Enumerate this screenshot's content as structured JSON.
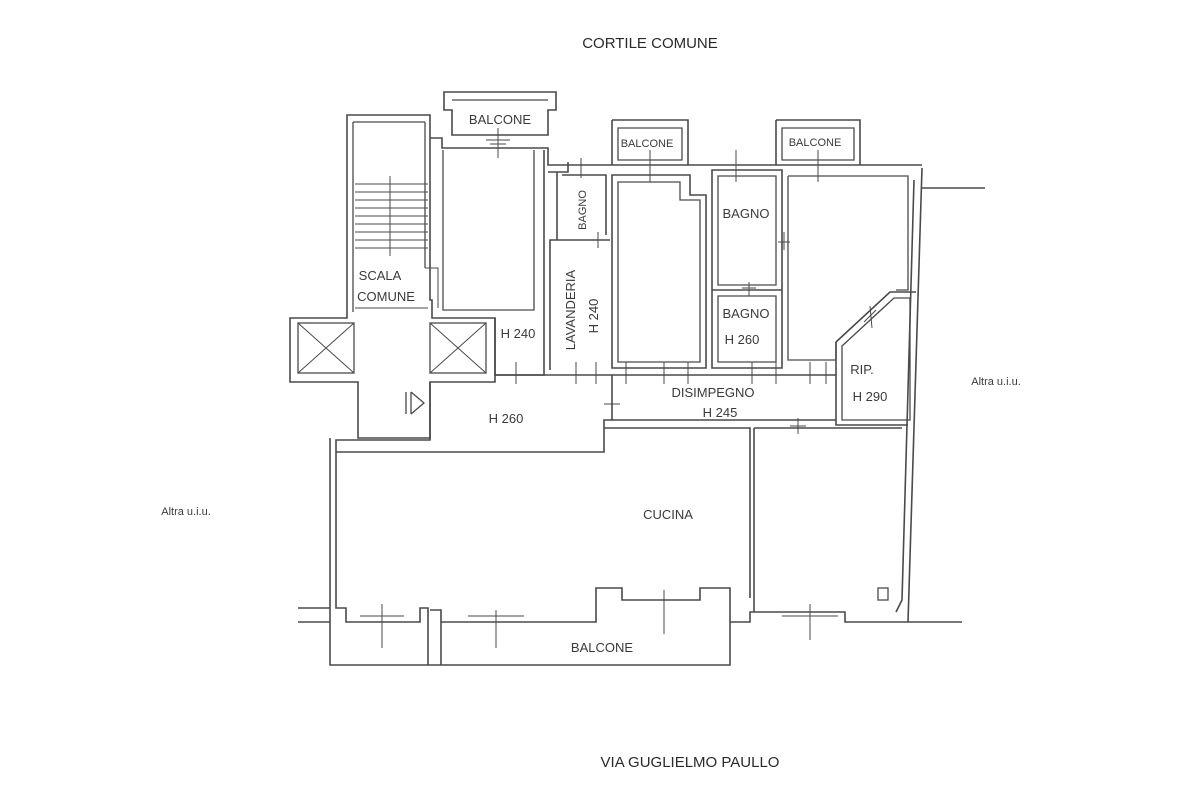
{
  "plan": {
    "top_label": "CORTILE COMUNE",
    "bottom_label": "VIA GUGLIELMO PAULLO",
    "left_label": "Altra u.i.u.",
    "right_label": "Altra u.i.u.",
    "rooms": {
      "balcone_top_1": "BALCONE",
      "balcone_top_2": "BALCONE",
      "balcone_top_3": "BALCONE",
      "balcone_bottom": "BALCONE",
      "bagno_1": "BAGNO",
      "bagno_2": "BAGNO",
      "bagno_3": "BAGNO",
      "lavanderia": "LAVANDERIA",
      "lavanderia_h": "H 240",
      "scala_1": "SCALA",
      "scala_2": "COMUNE",
      "room_h240": "H 240",
      "bagno_3_h": "H 260",
      "disimpegno": "DISIMPEGNO",
      "disimpegno_h": "H 245",
      "rip": "RIP.",
      "rip_h": "H 290",
      "ingresso_h": "H 260",
      "cucina": "CUCINA"
    }
  }
}
